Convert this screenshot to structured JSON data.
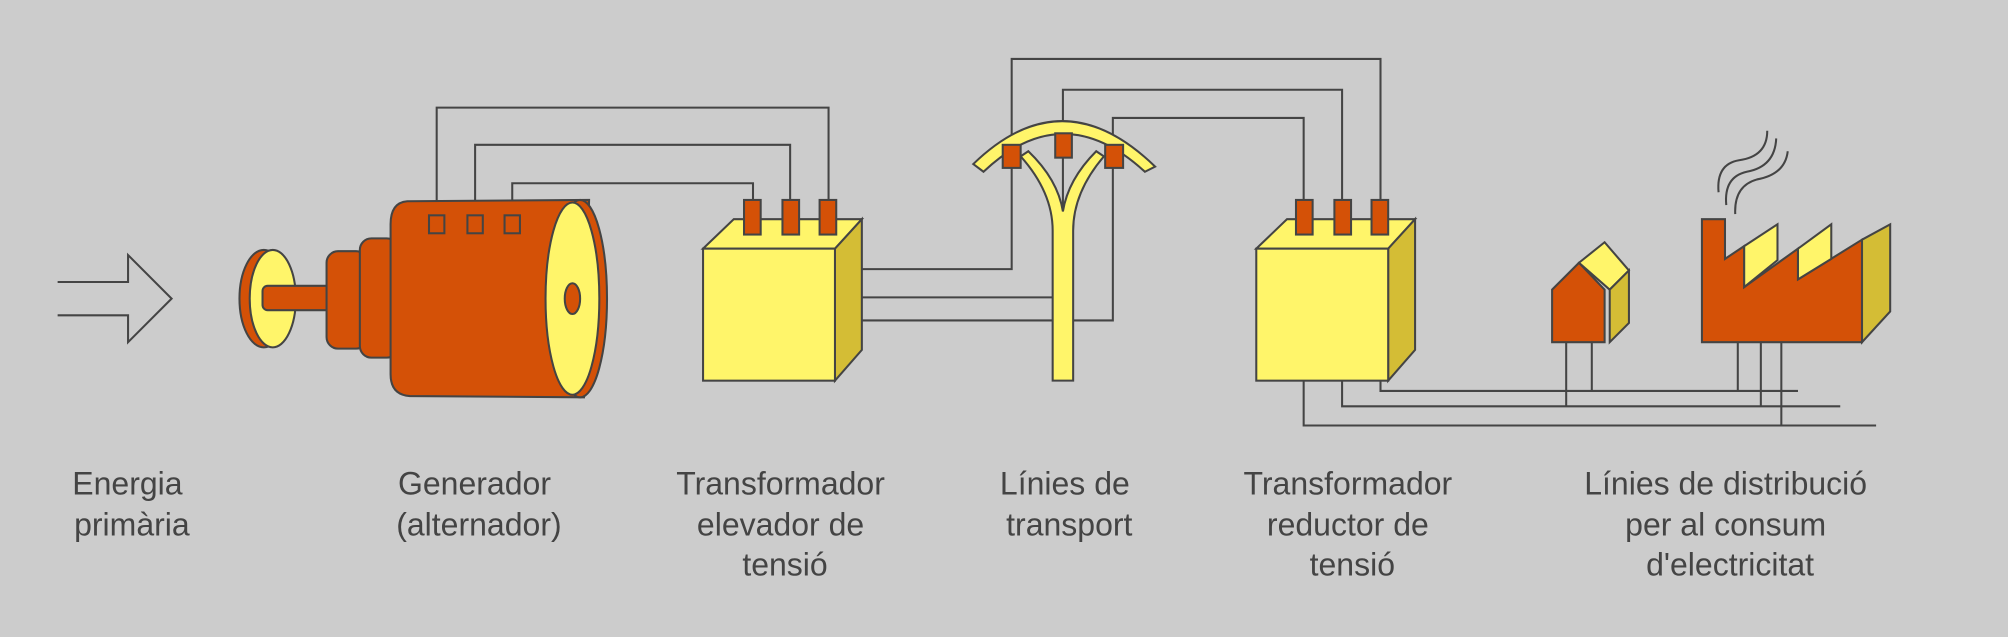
{
  "title": "Energia elèctrica: de la generació al consum",
  "colors": {
    "background": "#cccccc",
    "orange": "#d45107",
    "yellow": "#fff56a",
    "yellow_side": "#d4bd35",
    "line": "#444444"
  },
  "stages": [
    {
      "id": "energy",
      "lines": [
        "Energia",
        "primària"
      ]
    },
    {
      "id": "generator",
      "lines": [
        "Generador",
        "(alternador)"
      ]
    },
    {
      "id": "step-up",
      "lines": [
        "Transformador",
        "elevador de",
        "tensió"
      ]
    },
    {
      "id": "transport",
      "lines": [
        "Línies de",
        "transport"
      ]
    },
    {
      "id": "step-down",
      "lines": [
        "Transformador",
        "reductor de",
        "tensió"
      ]
    },
    {
      "id": "distribution",
      "lines": [
        "Línies de distribució",
        "per al consum",
        "d'electricitat"
      ]
    }
  ]
}
